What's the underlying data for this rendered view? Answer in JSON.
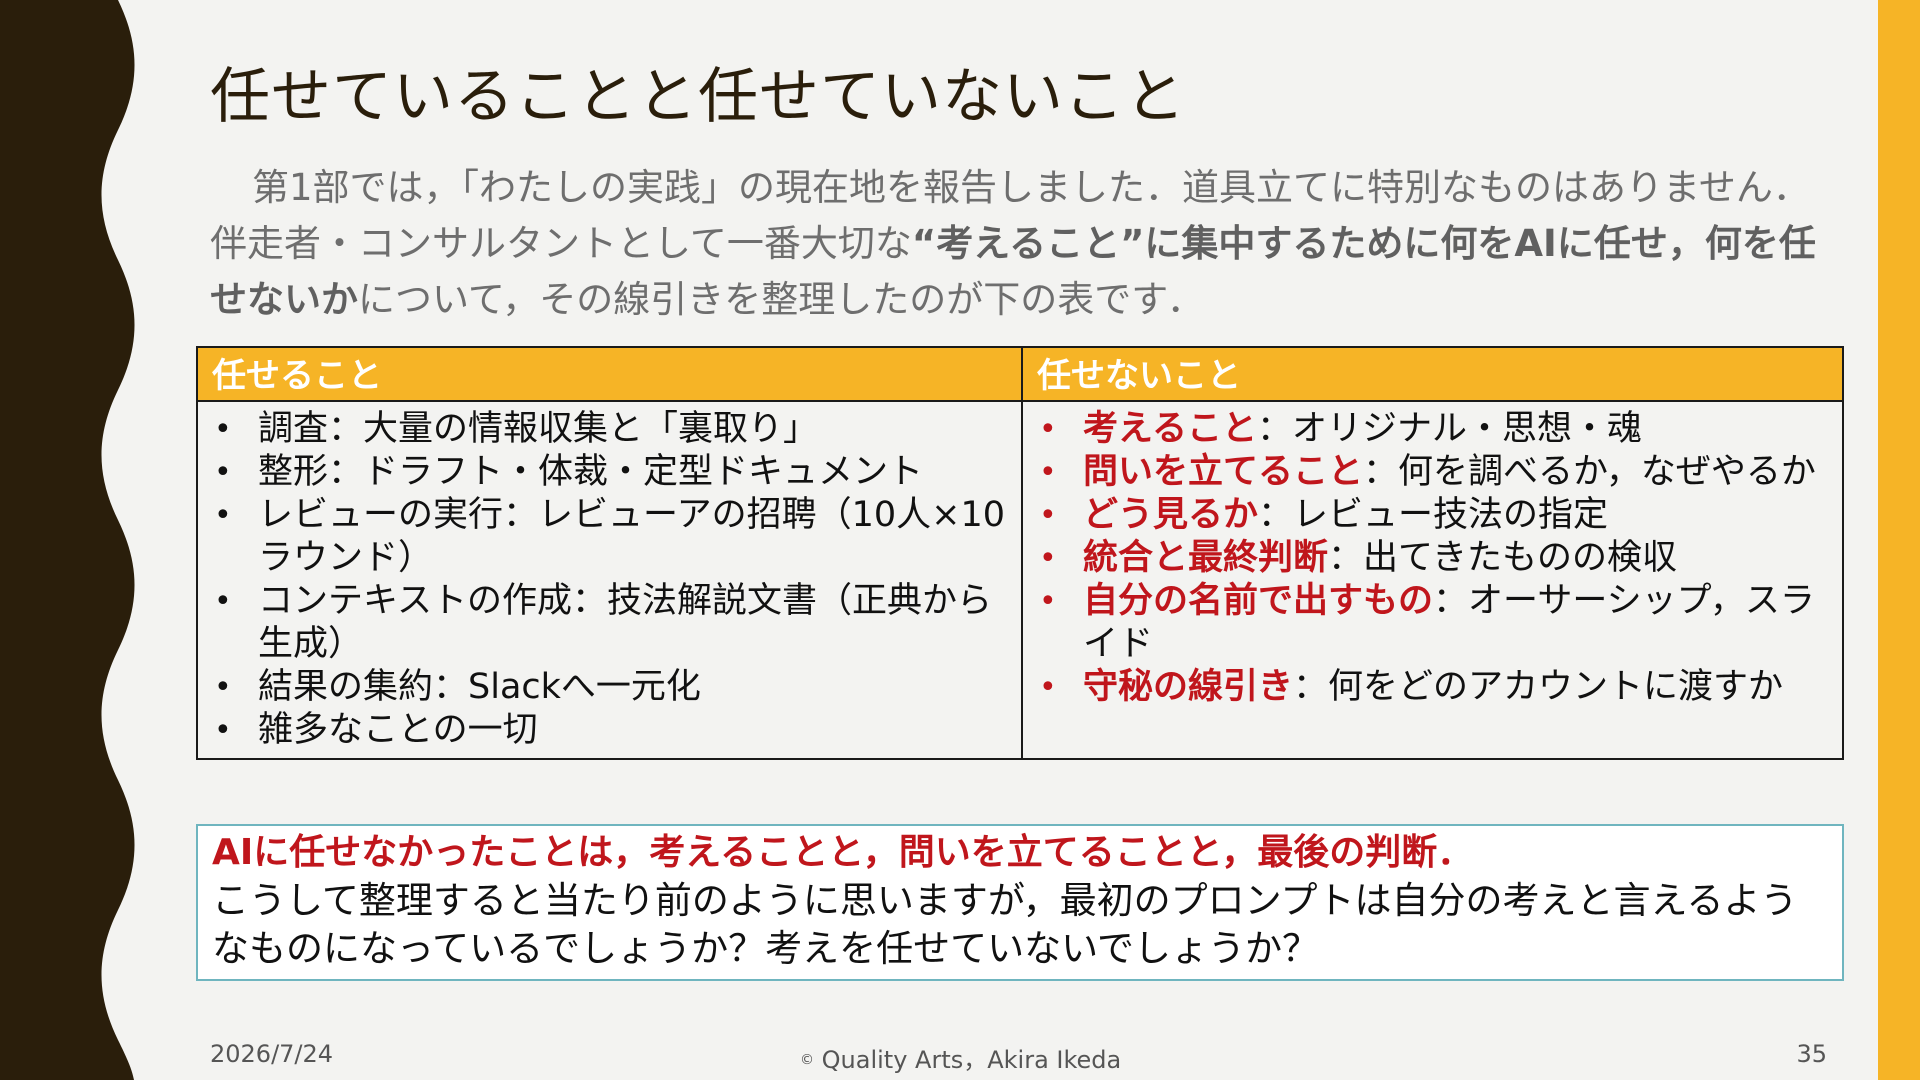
{
  "slide": {
    "title": "任せていることと任せていないこと",
    "intro": {
      "part1": "第1部では，「わたしの実践」の現在地を報告しました．道具立てに特別なものはありません．伴走者・コンサルタントとして一番大切な",
      "bold": "“考えること”に集中するために何をAIに任せ，何を任せないか",
      "part2": "について，その線引きを整理したのが下の表です．"
    },
    "table": {
      "header_left": "任せること",
      "header_right": "任せないこと",
      "left_items": [
        "調査：大量の情報収集と「裏取り」",
        "整形：ドラフト・体裁・定型ドキュメント",
        "レビューの実行：レビューアの招聘（10人×10ラウンド）",
        "コンテキストの作成：技法解説文書（正典から生成）",
        "結果の集約：Slackへ一元化",
        "雑多なことの一切"
      ],
      "right_items": [
        {
          "emphasis": "考えること",
          "rest": "：オリジナル・思想・魂"
        },
        {
          "emphasis": "問いを立てること",
          "rest": "：何を調べるか，なぜやるか"
        },
        {
          "emphasis": "どう見るか",
          "rest": "：レビュー技法の指定"
        },
        {
          "emphasis": "統合と最終判断",
          "rest": "：出てきたものの検収"
        },
        {
          "emphasis": "自分の名前で出すもの",
          "rest": "：オーサーシップ，スライド"
        },
        {
          "emphasis": "守秘の線引き",
          "rest": "：何をどのアカウントに渡すか"
        }
      ]
    },
    "callout": {
      "heading": "AIに任せなかったことは，考えることと，問いを立てることと，最後の判断．",
      "body": "こうして整理すると当たり前のように思いますが，最初のプロンプトは自分の考えと言えるようなものになっているでしょうか？考えを任せていないでしょうか？"
    },
    "footer": {
      "date": "2026/7/24",
      "copyright_symbol": "©",
      "copyright": "Quality Arts，Akira Ikeda",
      "page": "35"
    }
  },
  "colors": {
    "accent_orange": "#f6b426",
    "emphasis_red": "#c0161c",
    "deco_dark": "#2a1e0b",
    "callout_border": "#6fb5bf"
  }
}
